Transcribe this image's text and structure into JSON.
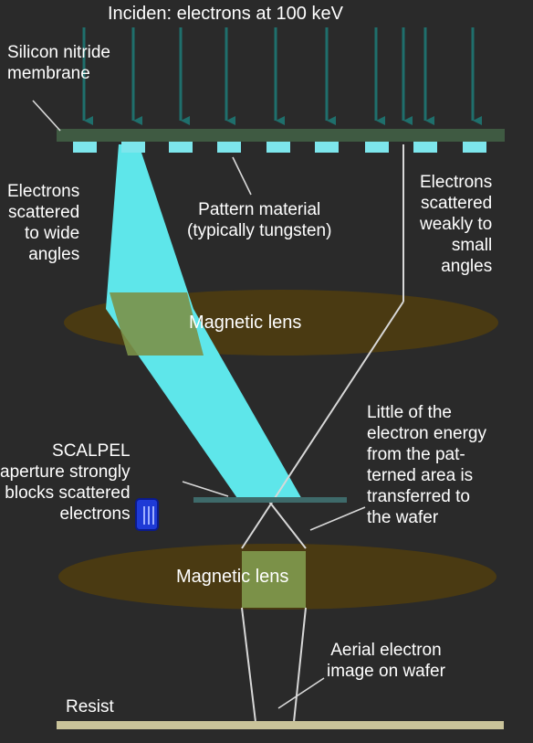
{
  "labels": {
    "incident": "Inciden: electrons at 100 keV",
    "membrane": "Silicon nitride\nmembrane",
    "scattered_wide": "Electrons\nscattered\nto wide\nangles",
    "pattern": "Pattern material\n(typically tungsten)",
    "scattered_weak": "Electrons\nscattered\nweakly to\nsmall\nangles",
    "lens_top": "Magnetic lens",
    "little_energy": "Little of the\nelectron energy\nfrom the pat-\nterned area is\ntransferred to\nthe wafer",
    "scalpel": "SCALPEL\naperture strongly\nblocks scattered\nelectrons",
    "lens_bottom": "Magnetic lens",
    "aerial": "Aerial electron\nimage on wafer",
    "resist": "Resist"
  },
  "colors": {
    "background": "#2a2a2a",
    "membrane": "#3f5a42",
    "pattern_block": "#7de6ec",
    "arrow": "#1f6f6c",
    "scattered_beam": "#5ee6ea",
    "lens": "#4a3a12",
    "lens_overlap": "#7b9148",
    "line": "#d8d8d8",
    "resist": "#c9c39a",
    "aperture": "#3e6a6a",
    "cursor": "#1e3ad6"
  }
}
